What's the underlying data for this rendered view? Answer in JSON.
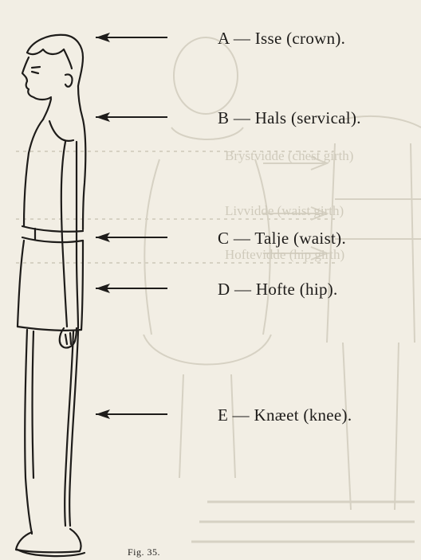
{
  "labels": [
    {
      "letter": "A",
      "text": "A — Isse (crown)."
    },
    {
      "letter": "B",
      "text": "B — Hals (servical)."
    },
    {
      "letter": "C",
      "text": "C — Talje (waist)."
    },
    {
      "letter": "D",
      "text": "D — Hofte (hip)."
    },
    {
      "letter": "E",
      "text": "E — Knæet (knee)."
    }
  ],
  "caption": "Fig. 35.",
  "bleed_through": [
    "Brystvidde (chest girth)",
    "Livvidde (waist girth)",
    "Hoftevidde (hip girth)"
  ],
  "colors": {
    "paper": "#f2eee4",
    "ink": "#1e1c1a",
    "bleed": "#cfcabb"
  }
}
